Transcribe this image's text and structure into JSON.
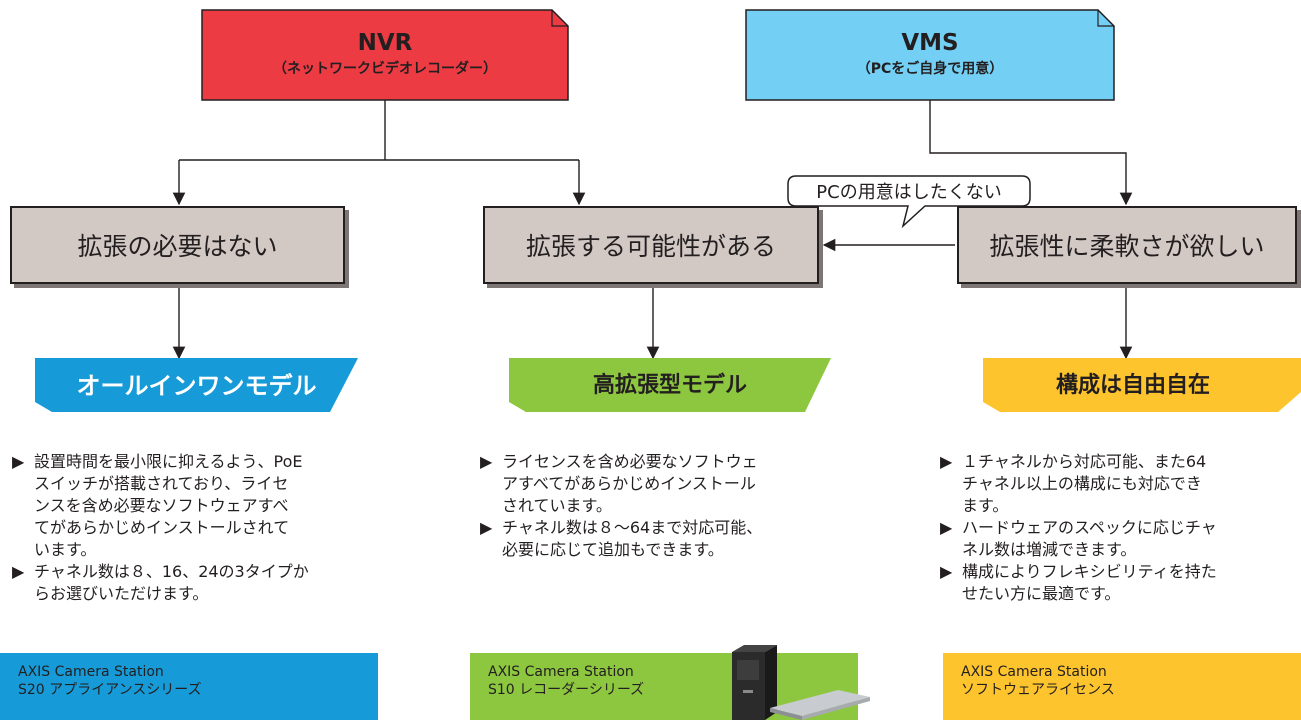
{
  "colors": {
    "nvr": "#ed3b44",
    "vms": "#73cff4",
    "condition_box": "#d3c9c4",
    "banner_blue": "#169bd8",
    "banner_green": "#8dc63f",
    "banner_yellow": "#fec42d",
    "product_blue": "#169bd8",
    "product_green": "#8dc63f",
    "product_yellow": "#fec42d"
  },
  "nvr": {
    "title": "NVR",
    "subtitle": "（ネットワークビデオレコーダー）"
  },
  "vms": {
    "title": "VMS",
    "subtitle": "（PCをご自身で用意）"
  },
  "conditions": {
    "left": "拡張の必要はない",
    "middle": "拡張する可能性がある",
    "right": "拡張性に柔軟さが欲しい"
  },
  "bubble": "PCの用意はしたくない",
  "banners": {
    "left": "オールインワンモデル",
    "middle": "高拡張型モデル",
    "right": "構成は自由自在"
  },
  "bullet_mark": "▶",
  "lists": {
    "left": [
      [
        "設置時間を最小限に抑えるよう、PoE",
        "スイッチが搭載されており、ライセ",
        "ンスを含め必要なソフトウェアすべ",
        "てがあらかじめインストールされて",
        "います。"
      ],
      [
        "チャネル数は８、16、24の3タイプか",
        "らお選びいただけます。"
      ]
    ],
    "middle": [
      [
        "ライセンスを含め必要なソフトウェ",
        "アすべてがあらかじめインストール",
        "されています。"
      ],
      [
        "チャネル数は８〜64まで対応可能、",
        "必要に応じて追加もできます。"
      ]
    ],
    "right": [
      [
        "１チャネルから対応可能、また64",
        "チャネル以上の構成にも対応でき",
        "ます。"
      ],
      [
        "ハードウェアのスペックに応じチャ",
        "ネル数は増減できます。"
      ],
      [
        "構成によりフレキシビリティを持た",
        "せたい方に最適です。"
      ]
    ]
  },
  "products": {
    "left": {
      "line1": "AXIS Camera Station",
      "line2": "S20 アプライアンスシリーズ"
    },
    "middle": {
      "line1": "AXIS Camera Station",
      "line2": "S10 レコーダーシリーズ"
    },
    "right": {
      "line1": "AXIS Camera Station",
      "line2": "ソフトウェアライセンス"
    }
  }
}
